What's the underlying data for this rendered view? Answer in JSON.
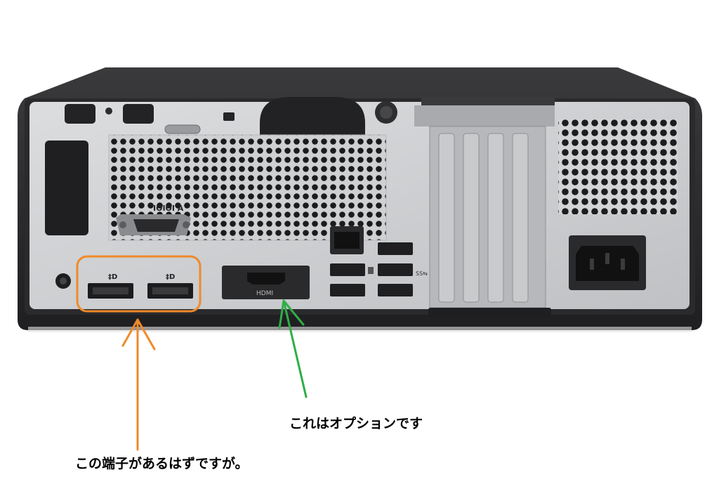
{
  "captions": {
    "hdmi_note": "これはオプションです",
    "displayport_note": "この端子があるはずですが。"
  },
  "panel_labels": {
    "serial_port": "IOIOI A",
    "hdmi_port": "HDMI",
    "displayport_1": "‡D",
    "displayport_2": "‡D",
    "usb_speed": "SS⇆"
  },
  "colors": {
    "chassis": "#2b2b2d",
    "panel": "#cfd0d2",
    "callout_orange": "#f08a2a",
    "callout_green": "#2fae47"
  }
}
